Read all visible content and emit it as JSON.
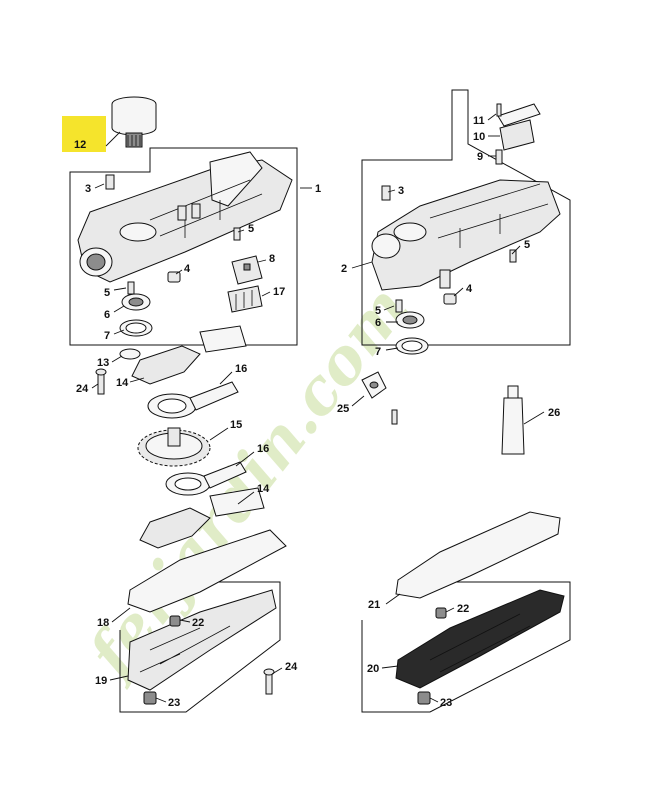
{
  "callouts": [
    "1",
    "2",
    "3",
    "3",
    "4",
    "4",
    "5",
    "5",
    "5",
    "5",
    "6",
    "6",
    "7",
    "7",
    "8",
    "9",
    "10",
    "11",
    "12",
    "13",
    "14",
    "14",
    "15",
    "16",
    "16",
    "17",
    "18",
    "19",
    "20",
    "21",
    "22",
    "22",
    "23",
    "23",
    "24",
    "24",
    "25",
    "26"
  ],
  "highlight_color": "#f5e42c",
  "watermark_color": "#c8dd9a"
}
